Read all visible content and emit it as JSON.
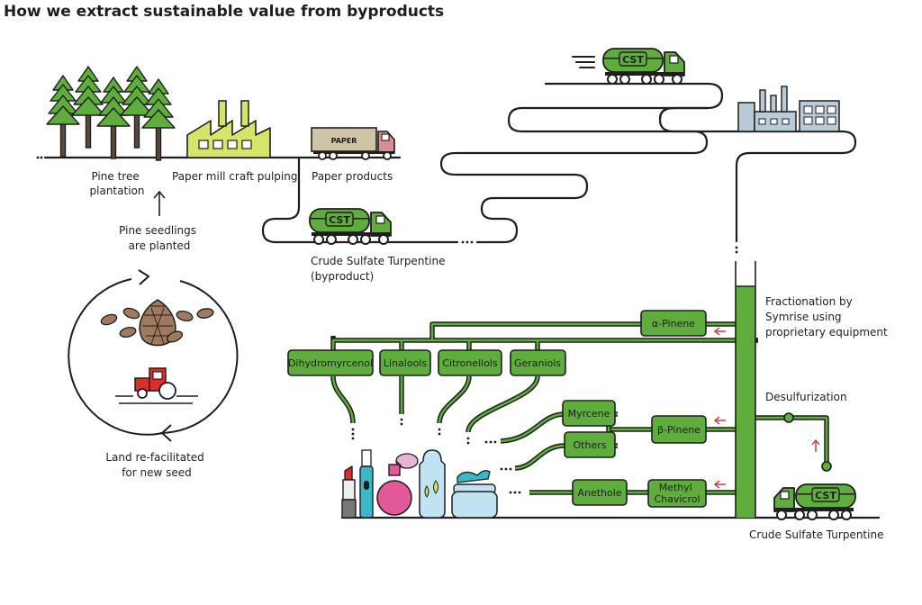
{
  "title": "How we extract sustainable value from byproducts",
  "labels": {
    "plantation": [
      "Pine tree",
      "plantation"
    ],
    "mill": "Paper mill craft pulping",
    "paper_products": "Paper products",
    "seedlings": [
      "Pine seedlings",
      "are planted"
    ],
    "land": [
      "Land re-facilitated",
      "for new seed"
    ],
    "cst_byproduct": [
      "Crude Sulfate Turpentine",
      "(byproduct)"
    ],
    "fractionation": [
      "Fractionation by",
      "Symrise using",
      "proprietary equipment"
    ],
    "desulfurization": "Desulfurization",
    "cst_bottom": "Crude Sulfate Turpentine"
  },
  "truck_labels": {
    "cst": "CST",
    "paper": "PAPER"
  },
  "boxes": {
    "alpha_pinene": "α-Pinene",
    "beta_pinene": "β-Pinene",
    "dihydromyrcenol": "Dihydromyrcenol",
    "linalools": "Linalools",
    "citronellols": "Citronellols",
    "geraniols": "Geraniols",
    "myrcene": "Myrcene",
    "others": "Others",
    "anethole": "Anethole",
    "methyl_chavicrol": [
      "Methyl",
      "Chavicrol"
    ]
  },
  "colors": {
    "green": "#5fad3c",
    "mill_yellow": "#d6e46a",
    "truck_tan": "#cfc4a6",
    "arrow_red": "#d0312d",
    "factory_blue": "#b7ccd8",
    "product_pink": "#e2589a",
    "product_blue": "#bfe3f2",
    "product_teal": "#3ab7c9",
    "tractor_red": "#e02b2b"
  },
  "icons": [
    "pine-tree-icon",
    "paper-mill-icon",
    "paper-truck-icon",
    "cst-truck-icon",
    "factory-icon",
    "pine-cone-icon",
    "tractor-icon",
    "lipstick-icon",
    "toothbrush-icon",
    "perfume-icon",
    "shampoo-icon",
    "cream-jar-icon"
  ]
}
